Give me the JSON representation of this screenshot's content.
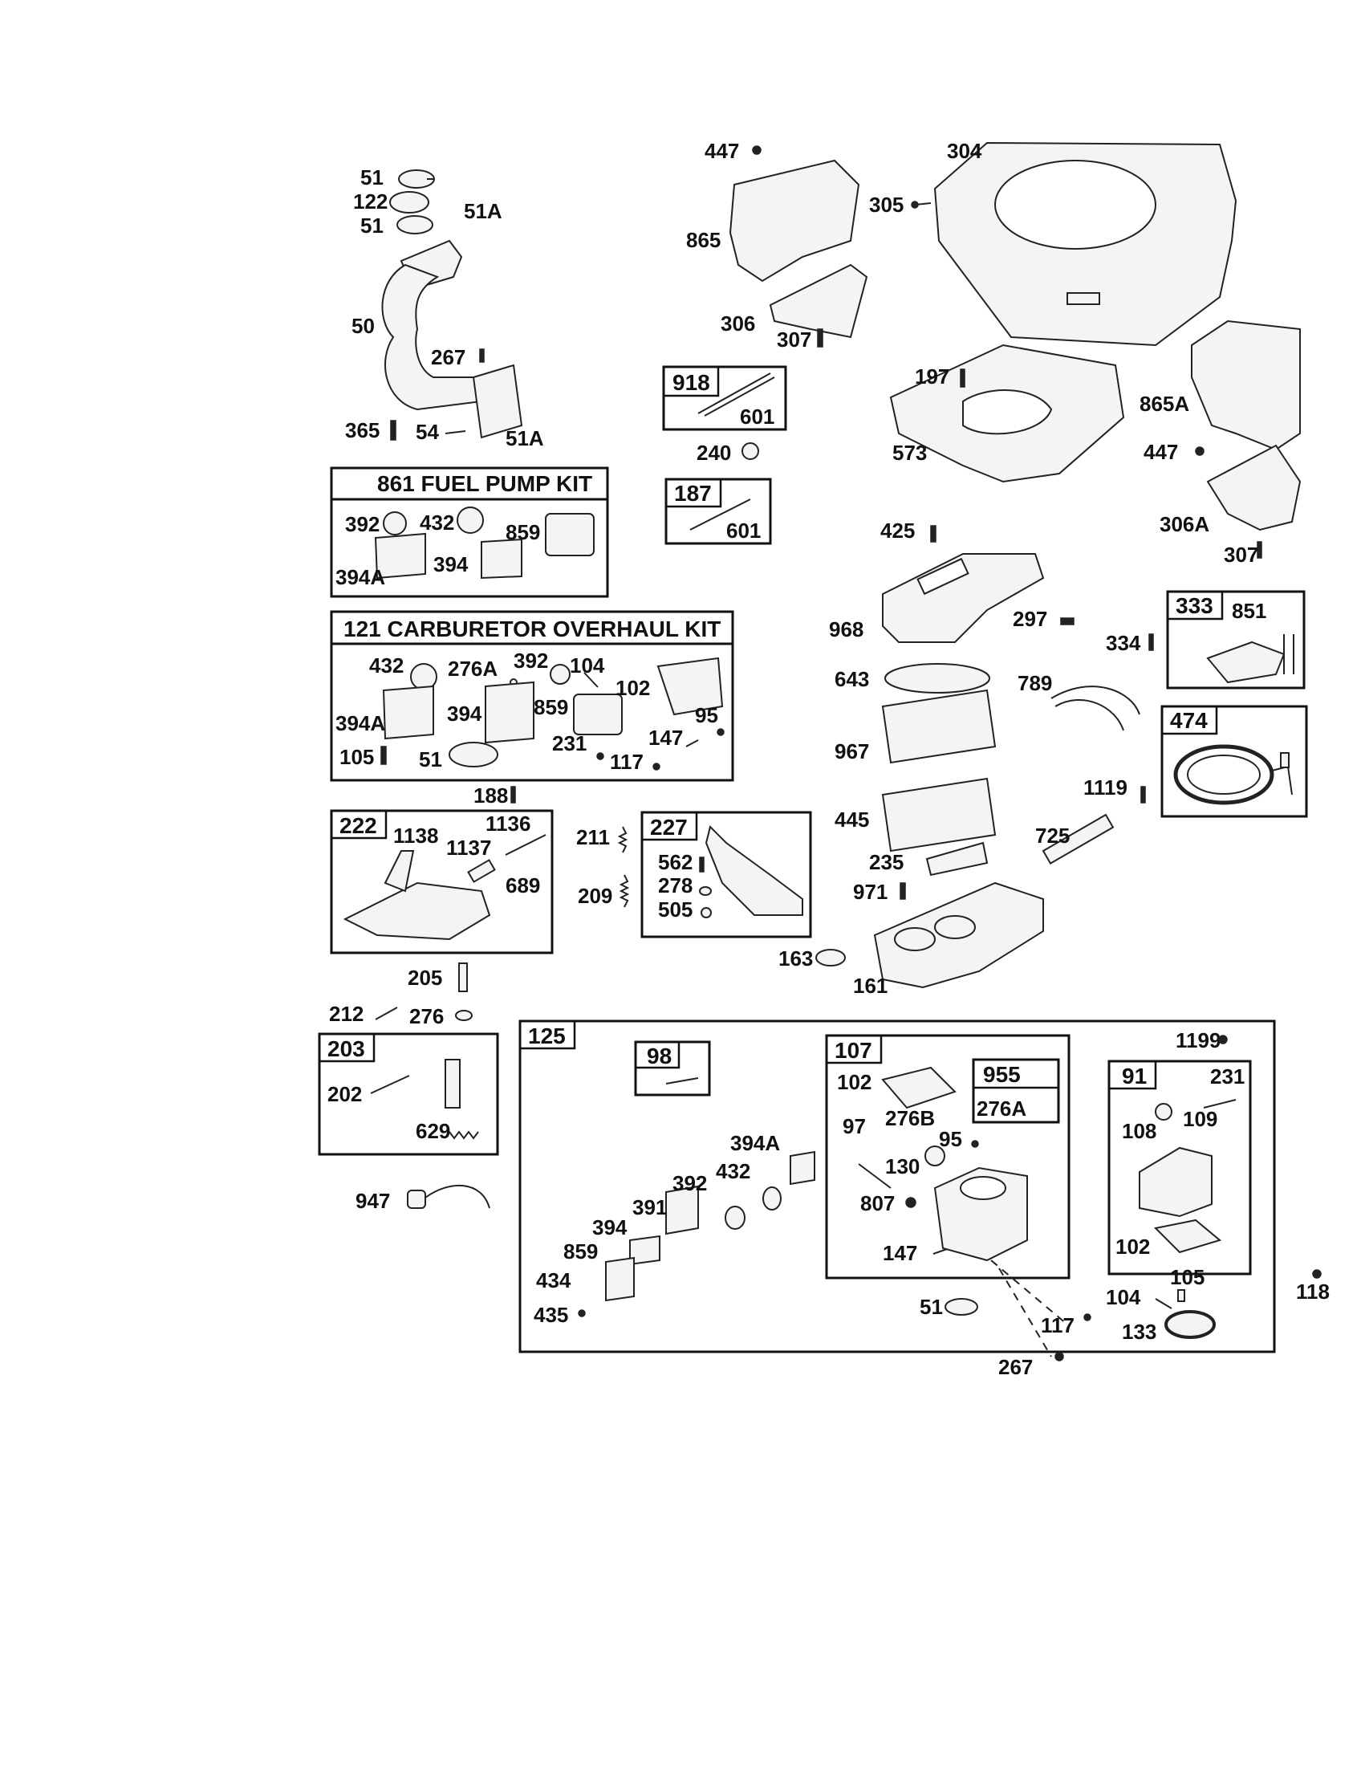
{
  "kits": {
    "fuel_pump_title": "861 FUEL PUMP KIT",
    "carb_overhaul_title": "121 CARBURETOR OVERHAUL KIT"
  },
  "boxes": {
    "b918": "918",
    "b187": "187",
    "b333": "333",
    "b474": "474",
    "b222": "222",
    "b227": "227",
    "b203": "203",
    "b125": "125",
    "b98": "98",
    "b107": "107",
    "b955": "955",
    "b91": "91"
  },
  "labels": {
    "exhaust": [
      "51",
      "122",
      "51",
      "51A",
      "50",
      "267",
      "365",
      "54",
      "51A"
    ],
    "shroud": [
      "447",
      "304",
      "305",
      "865",
      "306",
      "307"
    ],
    "upper_mid": [
      "601",
      "240",
      "601",
      "197",
      "573",
      "865A",
      "447",
      "306A",
      "307"
    ],
    "fuel_pump": [
      "392",
      "432",
      "859",
      "394A",
      "394"
    ],
    "carb_kit": [
      "432",
      "276A",
      "392",
      "104",
      "102",
      "394A",
      "394",
      "859",
      "95",
      "147",
      "105",
      "51",
      "231",
      "117",
      "188"
    ],
    "air_cleaner": [
      "425",
      "968",
      "297",
      "643",
      "967",
      "445",
      "235",
      "971",
      "161",
      "163",
      "725",
      "789",
      "1119"
    ],
    "right_kits": [
      "851",
      "334"
    ],
    "governor": [
      "1138",
      "1136",
      "1137",
      "689",
      "211",
      "209",
      "562",
      "278",
      "505"
    ],
    "linkage": [
      "205",
      "212",
      "276",
      "202",
      "629",
      "947"
    ],
    "carb_assy": [
      "1199",
      "394A",
      "432",
      "392",
      "391",
      "394",
      "859",
      "434",
      "435",
      "102",
      "276A",
      "97",
      "276B",
      "95",
      "130",
      "807",
      "147",
      "51",
      "117",
      "267",
      "231",
      "108",
      "109",
      "102",
      "105",
      "104",
      "133",
      "118"
    ]
  }
}
